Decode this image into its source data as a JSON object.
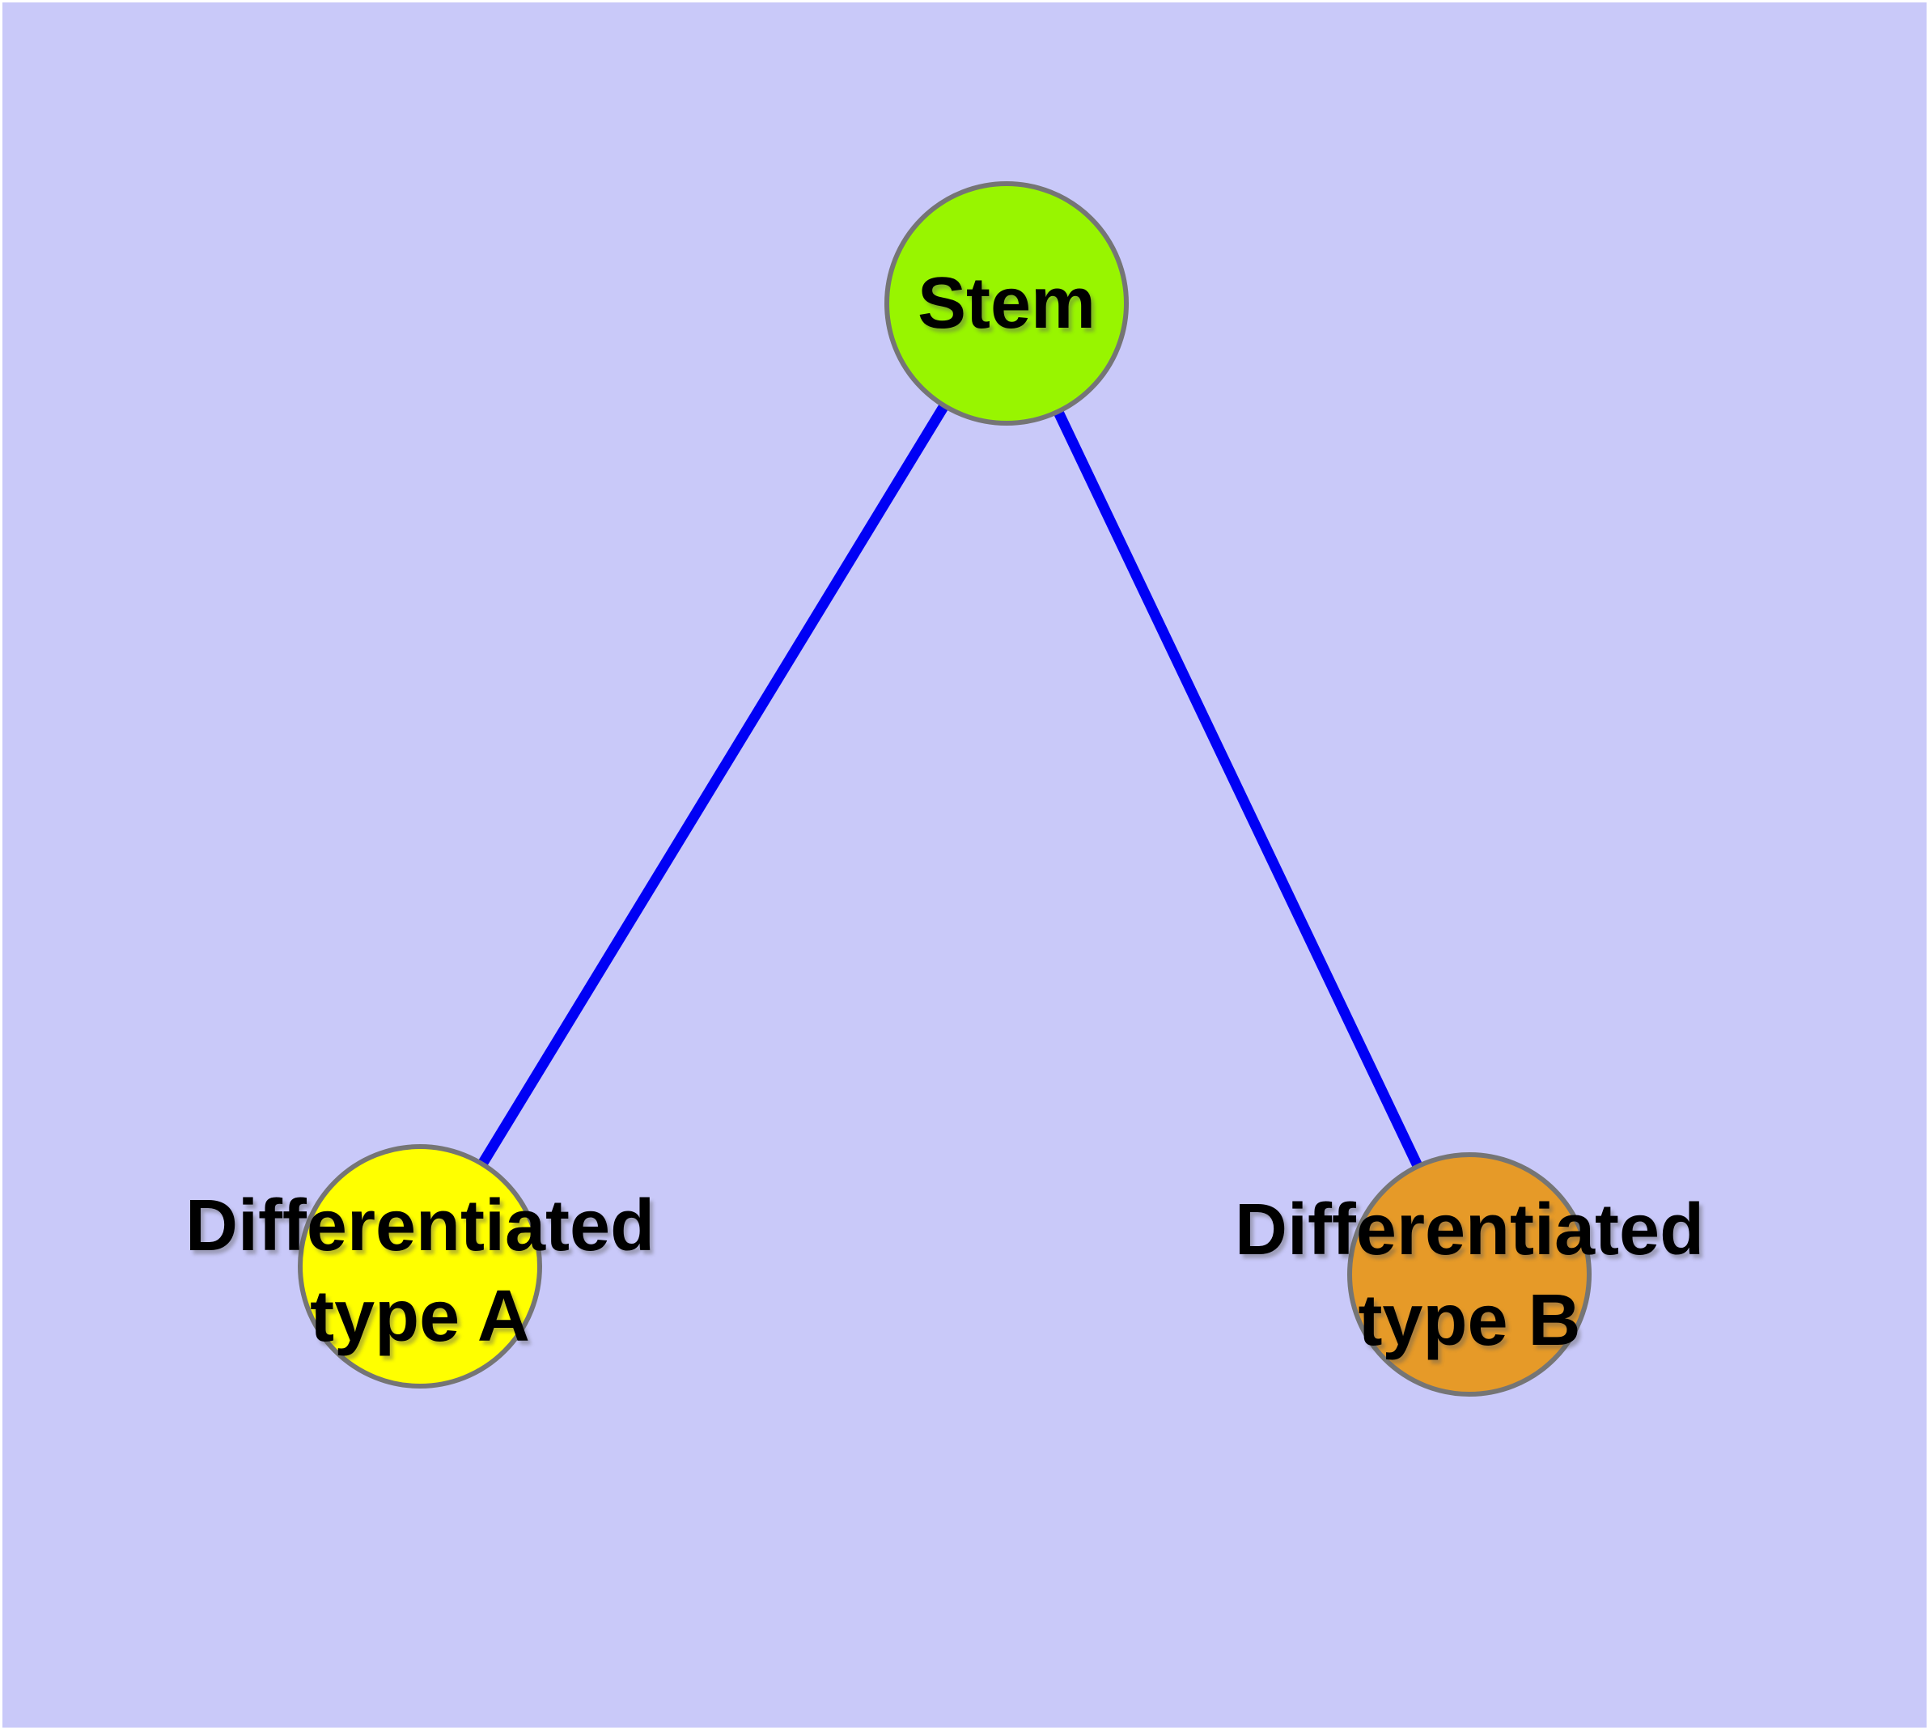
{
  "diagram": {
    "type": "graph",
    "colors": {
      "background": "#C9C9F9",
      "margin": "#FFFFFF",
      "node_border": "#757575",
      "edge": "#0000F5",
      "label": "#000000"
    },
    "nodes": [
      {
        "id": "stem",
        "label": "Stem",
        "color": "#98F500"
      },
      {
        "id": "diff-a",
        "label": "Differentiated\ntype A",
        "color": "#FFFF00"
      },
      {
        "id": "diff-b",
        "label": "Differentiated\ntype B",
        "color": "#E69A28"
      }
    ],
    "edges": [
      {
        "from": "stem",
        "to": "diff-a"
      },
      {
        "from": "stem",
        "to": "diff-b"
      }
    ]
  }
}
